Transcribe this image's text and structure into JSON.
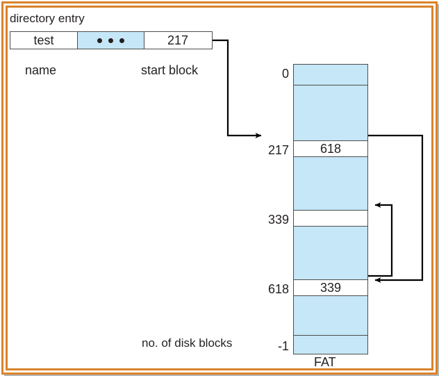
{
  "figure": {
    "title": "directory entry",
    "caption_fat": "FAT",
    "note_disk_blocks": "no. of disk blocks"
  },
  "directory_entry": {
    "title": "directory entry",
    "cells": [
      {
        "id": "name",
        "value": "test",
        "shaded": false
      },
      {
        "id": "middle-dots",
        "value": "",
        "shaded": true
      },
      {
        "id": "start-block",
        "value": "217",
        "shaded": false
      }
    ],
    "labels": {
      "name": "name",
      "start_block": "start block"
    },
    "ellipsis_icon": "three-dots-icon"
  },
  "fat": {
    "caption": "FAT",
    "index_labels": [
      "0",
      "217",
      "339",
      "618",
      "-1"
    ],
    "entries": [
      {
        "index": "0",
        "value": "",
        "shaded": true,
        "labeled": true
      },
      {
        "index": "",
        "value": "",
        "shaded": true,
        "labeled": false
      },
      {
        "index": "217",
        "value": "618",
        "shaded": false,
        "labeled": true
      },
      {
        "index": "",
        "value": "",
        "shaded": true,
        "labeled": false
      },
      {
        "index": "339",
        "value": "",
        "shaded": false,
        "labeled": true
      },
      {
        "index": "",
        "value": "",
        "shaded": true,
        "labeled": false
      },
      {
        "index": "618",
        "value": "339",
        "shaded": false,
        "labeled": true
      },
      {
        "index": "",
        "value": "",
        "shaded": true,
        "labeled": false
      },
      {
        "index": "-1",
        "value": "",
        "shaded": true,
        "labeled": true
      }
    ]
  },
  "colors": {
    "shaded_cell": "#c5e7f7",
    "cell_border": "#4d4d4d",
    "frame": "#d9822b",
    "text": "#231f20",
    "arrow": "#000000"
  },
  "connectors": [
    {
      "id": "start-block-to-217",
      "from": "directory start block 217",
      "to": "FAT entry 217"
    },
    {
      "id": "entry-217-to-618",
      "from": "FAT entry 217 value 618",
      "to": "FAT entry 618"
    },
    {
      "id": "entry-618-to-339",
      "from": "FAT entry 618 value 339",
      "to": "FAT entry 339"
    }
  ]
}
